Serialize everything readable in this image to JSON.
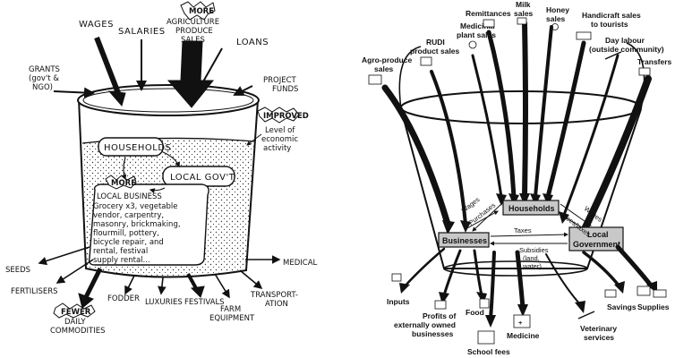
{
  "left": {
    "inflows": {
      "wages": "WAGES",
      "salaries": "SALARIES",
      "more_agri_1": "MORE",
      "more_agri_2": "AGRICULTURE",
      "more_agri_3": "PRODUCE",
      "more_agri_4": "SALES",
      "loans": "LOANS",
      "grants_1": "GRANTS",
      "grants_2": "(gov't &",
      "grants_3": "NGO)",
      "project_1": "PROJECT",
      "project_2": "FUNDS"
    },
    "improved": {
      "badge": "IMPROVED",
      "line1": "Level of",
      "line2": "economic",
      "line3": "activity"
    },
    "inside": {
      "households": "HOUSEHOLDS",
      "local_govt": "LOCAL GOV'T",
      "more": "MORE",
      "biz_1": "LOCAL BUSINESS",
      "biz_2": "Grocery x3, vegetable",
      "biz_3": "vendor, carpentry,",
      "biz_4": "masonry, brickmaking,",
      "biz_5": "flourmill, pottery,",
      "biz_6": "bicycle repair, and",
      "biz_7": "rental, festival",
      "biz_8": "supply rental..."
    },
    "outflows": {
      "seeds": "SEEDS",
      "fertilisers": "FERTILISERS",
      "fewer": "FEWER",
      "daily_1": "DAILY",
      "daily_2": "COMMODITIES",
      "fodder": "FODDER",
      "luxuries": "LUXURIES",
      "festivals": "FESTIVALS",
      "farm_1": "FARM",
      "farm_2": "EQUIPMENT",
      "transport_1": "TRANSPORT-",
      "transport_2": "ATION",
      "medical": "MEDICAL"
    }
  },
  "right": {
    "inflows": {
      "agro_1": "Agro-produce",
      "agro_2": "sales",
      "rudi_1": "RUDI",
      "rudi_2": "product sales",
      "medicinal_1": "Medicinal",
      "medicinal_2": "plant sales",
      "remittances": "Remittances",
      "milk_1": "Milk",
      "milk_2": "sales",
      "honey_1": "Honey",
      "honey_2": "sales",
      "handicraft_1": "Handicraft sales",
      "handicraft_2": "to tourists",
      "day_1": "Day labour",
      "day_2": "(outside community)",
      "transfers": "Transfers"
    },
    "inside": {
      "households": "Households",
      "businesses": "Businesses",
      "local_gov_1": "Local",
      "local_gov_2": "Government",
      "wages_left": "Wages",
      "purchases": "Purchases",
      "wages_right": "Wages",
      "fees_taxes": "Fees/taxes",
      "taxes": "Taxes",
      "subsidies_1": "Subsidies",
      "subsidies_2": "(land,",
      "subsidies_3": "water)"
    },
    "outflows": {
      "inputs": "Inputs",
      "profits_1": "Profits of",
      "profits_2": "externally owned",
      "profits_3": "businesses",
      "food": "Food",
      "school": "School fees",
      "medicine": "Medicine",
      "vet_1": "Veterinary",
      "vet_2": "services",
      "savings": "Savings",
      "supplies": "Supplies"
    }
  }
}
